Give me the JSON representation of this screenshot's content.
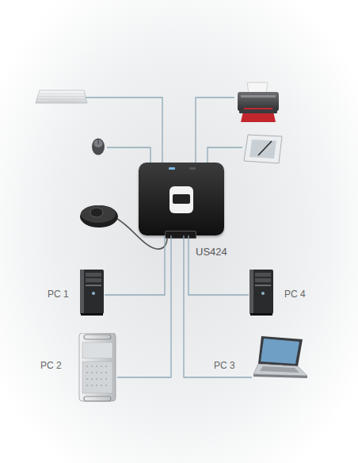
{
  "diagram": {
    "nodes": [
      {
        "text": [
          "US424"
        ]
      },
      {
        "text": [
          "PC 1"
        ]
      },
      {
        "text": [
          "PC 4"
        ]
      },
      {
        "text": [
          "PC 2"
        ]
      },
      {
        "text": [
          "PC 3"
        ]
      }
    ],
    "edges": [
      {
        "from": 0,
        "to": 1,
        "arrow": "none"
      },
      {
        "from": 0,
        "to": 2,
        "arrow": "none"
      },
      {
        "from": 0,
        "to": 3,
        "arrow": "none"
      },
      {
        "from": 0,
        "to": 4,
        "arrow": "none"
      }
    ]
  }
}
